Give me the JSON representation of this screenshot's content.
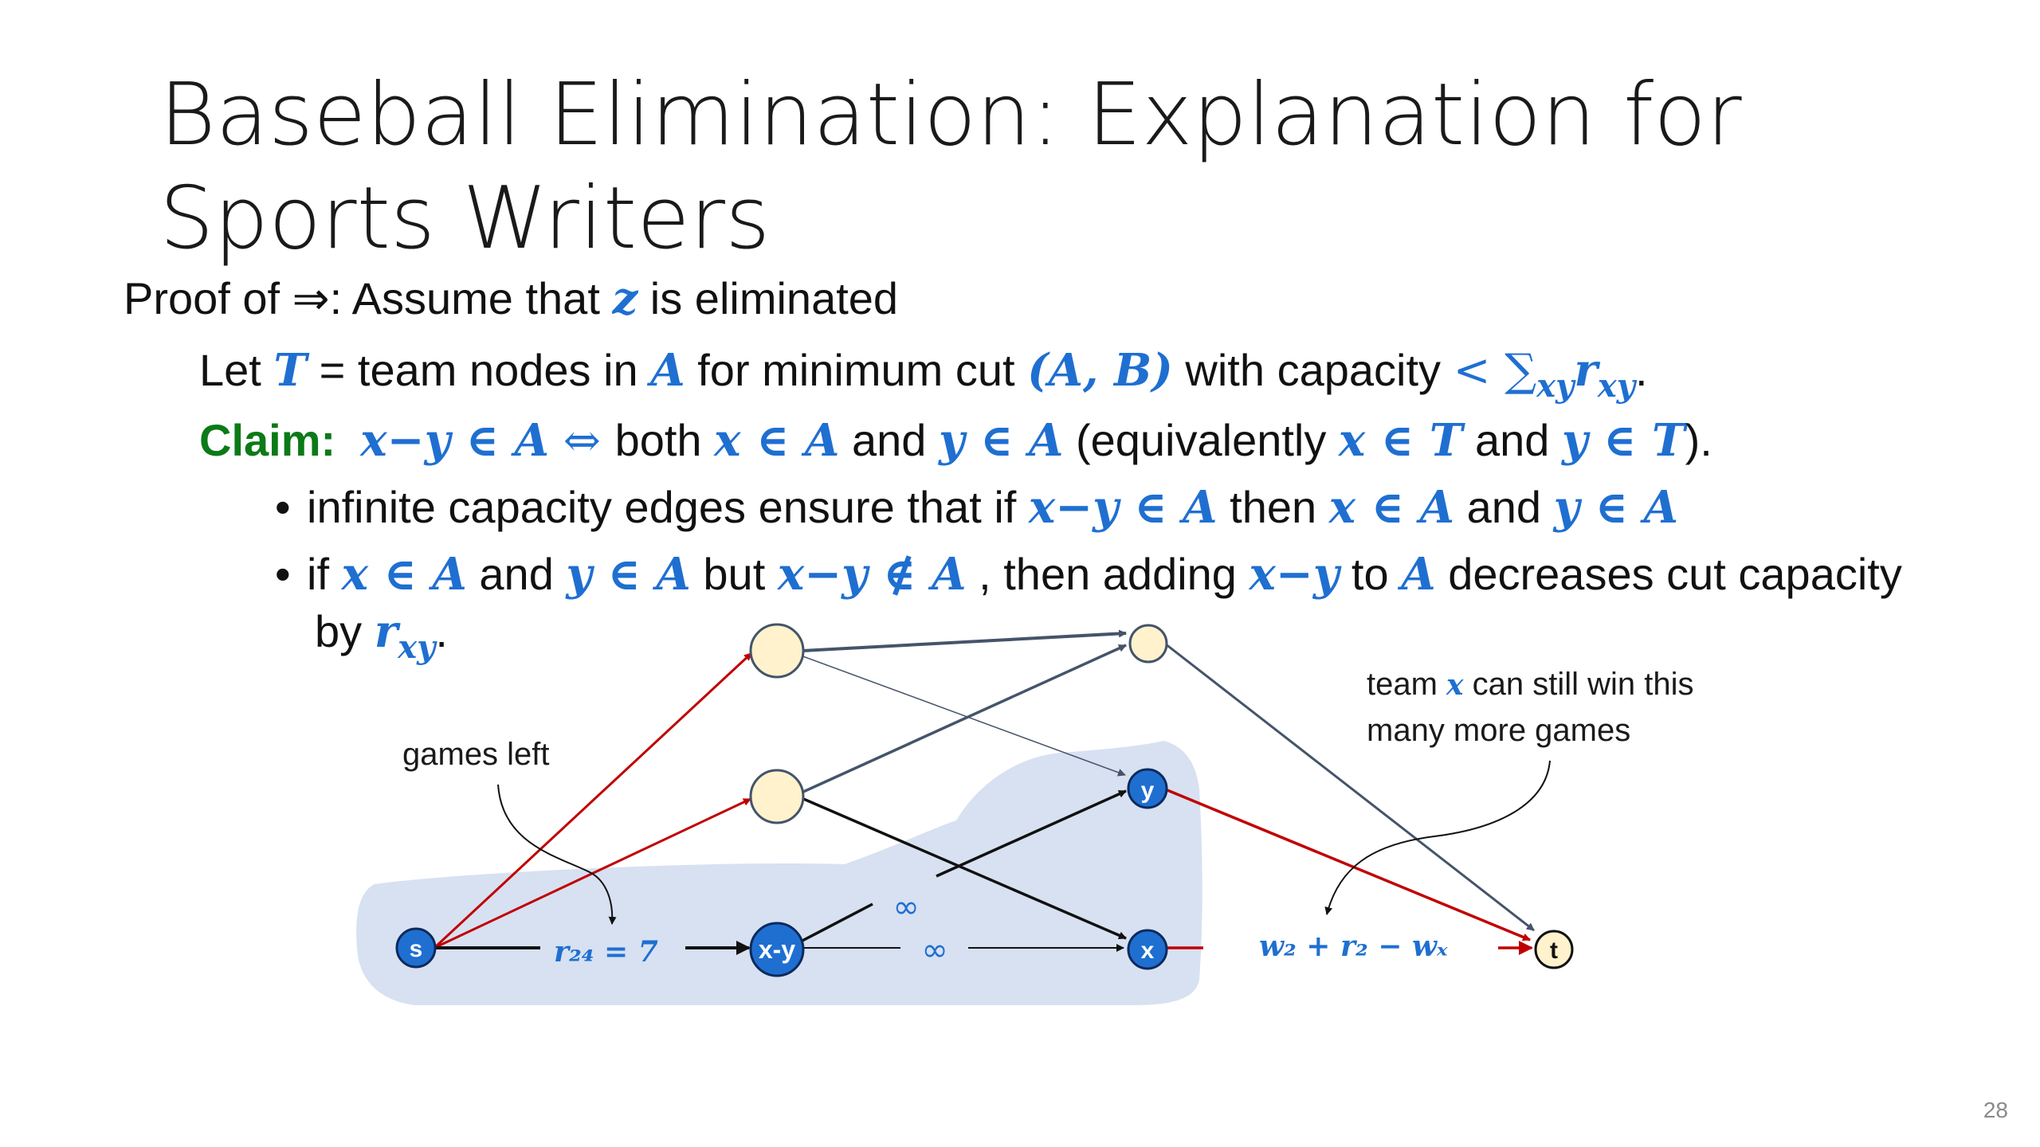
{
  "slide": {
    "title": "Baseball Elimination:  Explanation for Sports Writers",
    "page_number": "28"
  },
  "proof": {
    "line1_pre": "Proof of ⇒: Assume that ",
    "line1_var": "z",
    "line1_post": " is eliminated",
    "line2_a": "Let ",
    "line2_T": "T",
    "line2_b": " = team nodes in ",
    "line2_A": "A",
    "line2_c": " for minimum cut ",
    "line2_cut": "(A, B)",
    "line2_d": " with capacity ",
    "line2_sum": "< ∑",
    "line2_sub1": "xy",
    "line2_r": "r",
    "line2_sub2": "xy",
    "line2_end": ".",
    "claim_label": "Claim:",
    "claim_expr1": "x−y ∈ A",
    "claim_iff": " ⇔ ",
    "claim_both": " both ",
    "claim_xA": "x ∈ A",
    "claim_and1": " and ",
    "claim_yA": "y ∈ A",
    "claim_equiv": " (equivalently ",
    "claim_xT": "x ∈ T",
    "claim_and2": " and ",
    "claim_yT": "y ∈ T",
    "claim_end": ")."
  },
  "bullets": {
    "b1_a": "infinite capacity edges ensure that if ",
    "b1_expr": "x−y ∈ A",
    "b1_b": " then ",
    "b1_xA": "x ∈ A",
    "b1_c": " and ",
    "b1_yA": "y ∈ A",
    "b2_a": "if ",
    "b2_xA": "x ∈ A",
    "b2_b": " and ",
    "b2_yA": "y ∈ A",
    "b2_c": " but ",
    "b2_expr": "x−y ∉ A",
    "b2_d": " , then adding ",
    "b2_xy": "x−y",
    "b2_e": " to ",
    "b2_A": "A",
    "b2_f": " decreases cut capacity",
    "b2_g": "by ",
    "b2_r": "r",
    "b2_sub": "xy",
    "b2_end": "."
  },
  "diagram": {
    "node_s": "s",
    "node_xy": "x-y",
    "node_y": "y",
    "node_x": "x",
    "node_t": "t",
    "games_left": "games left",
    "capacity_label": "r₂₄ = 7",
    "inf_label_1": "∞",
    "inf_label_2": "∞",
    "team_note_1a": "team ",
    "team_note_1var": "x",
    "team_note_1b": " can still win this",
    "team_note_2": "many more games",
    "edge_label_t": "w₂ + r₂ − wₓ",
    "colors": {
      "accent": "#1f6fd1",
      "node_fill": "#1f6fd1",
      "game_node_fill": "#fff2cc",
      "red_edge": "#c00000",
      "gray_edge": "#44546a",
      "cut_region": "#d5dff0"
    }
  }
}
